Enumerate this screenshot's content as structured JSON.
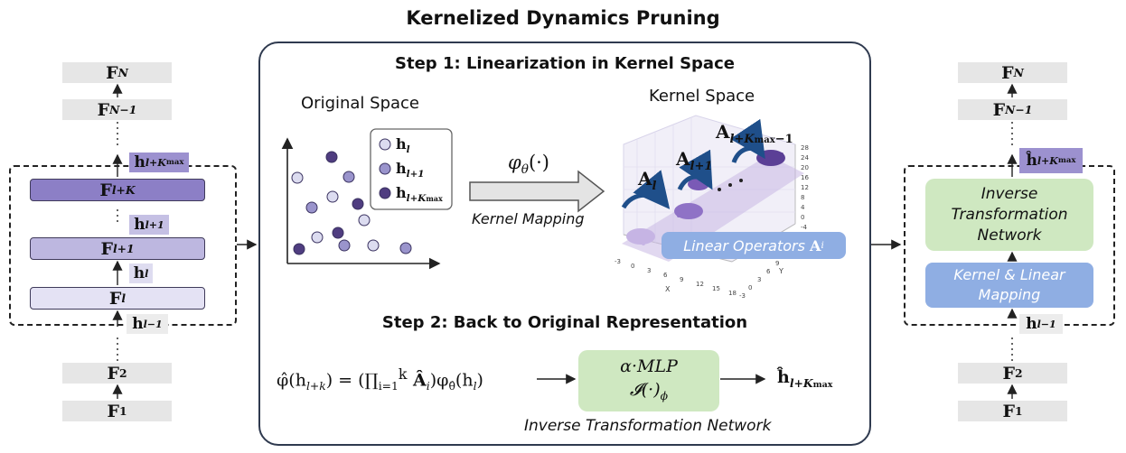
{
  "title": "Kernelized Dynamics Pruning",
  "left_stack": {
    "top_boxes": [
      "F",
      "F"
    ],
    "top_subs": [
      "N",
      "N−1"
    ],
    "layers": [
      {
        "main": "F",
        "sub": "l+K"
      },
      {
        "main": "F",
        "sub": "l+1"
      },
      {
        "main": "F",
        "sub": "l"
      }
    ],
    "hidden": [
      {
        "main": "h",
        "sub": "l+K",
        "subsub": "max"
      },
      {
        "main": "h",
        "sub": "l+1"
      },
      {
        "main": "h",
        "sub": "l"
      },
      {
        "main": "h",
        "sub": "l−1"
      }
    ],
    "bottom_boxes": [
      "F",
      "F"
    ],
    "bottom_subs": [
      "2",
      "1"
    ]
  },
  "right_stack": {
    "top_boxes": [
      "F",
      "F"
    ],
    "top_subs": [
      "N",
      "N−1"
    ],
    "top_hidden": {
      "main": "ĥ",
      "sub": "l+K",
      "subsub": "max"
    },
    "inverse_box": "Inverse Transformation Network",
    "kernel_box": "Kernel & Linear Mapping",
    "bottom_hidden": {
      "main": "h",
      "sub": "l−1"
    },
    "bottom_boxes": [
      "F",
      "F"
    ],
    "bottom_subs": [
      "2",
      "1"
    ]
  },
  "step1": {
    "title": "Step 1: Linearization in Kernel Space",
    "original_label": "Original Space",
    "kernel_label": "Kernel Space",
    "legend": [
      {
        "main": "h",
        "sub": "l",
        "color": "#dcdcf0"
      },
      {
        "main": "h",
        "sub": "l+1",
        "color": "#9a94cc"
      },
      {
        "main": "h",
        "sub": "l+K",
        "subsub": "max",
        "color": "#4f3d80"
      }
    ],
    "map_symbol": "φ",
    "map_sub": "θ",
    "map_arg": "(·)",
    "map_caption": "Kernel Mapping",
    "op_labels": [
      {
        "main": "A",
        "sub": "l"
      },
      {
        "main": "A",
        "sub": "l+1"
      },
      {
        "main": "A",
        "sub": "l+K",
        "subsub": "max",
        "tail": "−1"
      }
    ],
    "linear_ops_text": "Linear Operators ",
    "linear_ops_sym": "A",
    "linear_ops_sub": "i",
    "axis_x_ticks": [
      "-3",
      "0",
      "3",
      "6",
      "9",
      "12",
      "15",
      "18"
    ],
    "axis_y_ticks": [
      "-3",
      "0",
      "3",
      "6",
      "9"
    ],
    "axis_z_ticks": [
      "28",
      "24",
      "20",
      "16",
      "12",
      "8",
      "4",
      "0",
      "-4"
    ],
    "axis_x_label": "X",
    "axis_y_label": "Y"
  },
  "step2": {
    "title": "Step 2: Back to Original Representation",
    "eq_lhs": "φ̂(h",
    "eq_lhs_sub": "l+k",
    "eq_mid": ") = (∏",
    "eq_prod_sup": "k",
    "eq_prod_sub": "i=1",
    "eq_A": " Â",
    "eq_A_sub": "i",
    "eq_rhs": ")φ",
    "eq_rhs_sub": "θ̂",
    "eq_rhs_arg": "(h",
    "eq_rhs_arg_sub": "l",
    "eq_close": ")",
    "box_line1": "α·MLP",
    "box_line2": "𝓘(·)",
    "box_line2_sub": "ϕ",
    "output_main": "ĥ",
    "output_sub": "l+K",
    "output_subsub": "max",
    "caption": "Inverse Transformation Network"
  }
}
